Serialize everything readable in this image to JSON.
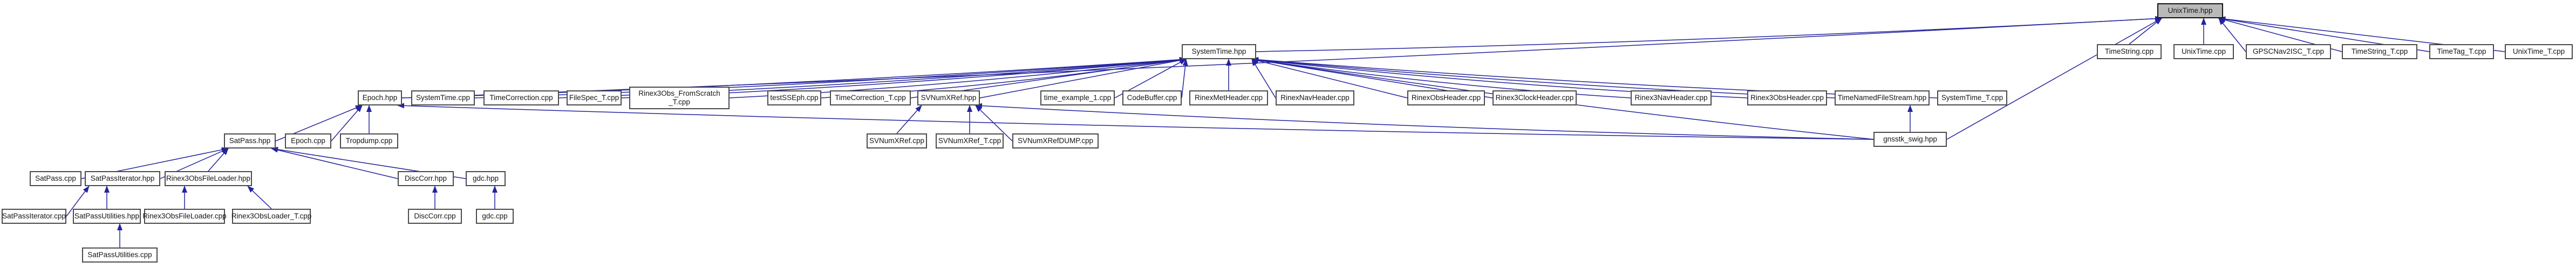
{
  "graph": {
    "type": "doxygen-include-dependency-graph",
    "root": "UnixTime.hpp",
    "colors": {
      "edge": "#23239e",
      "node_border": "#4a4a4a",
      "node_fill": "#ffffff",
      "root_fill": "#b9b9b9",
      "root_border": "#111111",
      "text": "#161616"
    },
    "nodes": [
      {
        "id": "UnixTime.hpp",
        "label": "UnixTime.hpp",
        "root": true
      },
      {
        "id": "SystemTime.hpp",
        "label": "SystemTime.hpp"
      },
      {
        "id": "TimeString.cpp",
        "label": "TimeString.cpp"
      },
      {
        "id": "UnixTime.cpp",
        "label": "UnixTime.cpp"
      },
      {
        "id": "GPSCNav2ISC_T.cpp",
        "label": "GPSCNav2ISC_T.cpp"
      },
      {
        "id": "TimeString_T.cpp",
        "label": "TimeString_T.cpp"
      },
      {
        "id": "TimeTag_T.cpp",
        "label": "TimeTag_T.cpp"
      },
      {
        "id": "UnixTime_T.cpp",
        "label": "UnixTime_T.cpp"
      },
      {
        "id": "Epoch.hpp",
        "label": "Epoch.hpp"
      },
      {
        "id": "SystemTime.cpp",
        "label": "SystemTime.cpp"
      },
      {
        "id": "TimeCorrection.cpp",
        "label": "TimeCorrection.cpp"
      },
      {
        "id": "FileSpec_T.cpp",
        "label": "FileSpec_T.cpp"
      },
      {
        "id": "Rinex3Obs_FromScratch_T.cpp",
        "label": "Rinex3Obs_FromScratch_T.cpp",
        "lines": [
          "Rinex3Obs_FromScratch",
          "_T.cpp"
        ]
      },
      {
        "id": "testSSEph.cpp",
        "label": "testSSEph.cpp"
      },
      {
        "id": "TimeCorrection_T.cpp",
        "label": "TimeCorrection_T.cpp"
      },
      {
        "id": "SVNumXRef.hpp",
        "label": "SVNumXRef.hpp"
      },
      {
        "id": "time_example_1.cpp",
        "label": "time_example_1.cpp"
      },
      {
        "id": "CodeBuffer.cpp",
        "label": "CodeBuffer.cpp"
      },
      {
        "id": "RinexMetHeader.cpp",
        "label": "RinexMetHeader.cpp"
      },
      {
        "id": "RinexNavHeader.cpp",
        "label": "RinexNavHeader.cpp"
      },
      {
        "id": "RinexObsHeader.cpp",
        "label": "RinexObsHeader.cpp"
      },
      {
        "id": "Rinex3ClockHeader.cpp",
        "label": "Rinex3ClockHeader.cpp"
      },
      {
        "id": "Rinex3NavHeader.cpp",
        "label": "Rinex3NavHeader.cpp"
      },
      {
        "id": "Rinex3ObsHeader.cpp",
        "label": "Rinex3ObsHeader.cpp"
      },
      {
        "id": "TimeNamedFileStream.hpp",
        "label": "TimeNamedFileStream.hpp"
      },
      {
        "id": "SystemTime_T.cpp",
        "label": "SystemTime_T.cpp"
      },
      {
        "id": "SatPass.hpp",
        "label": "SatPass.hpp"
      },
      {
        "id": "Epoch.cpp",
        "label": "Epoch.cpp"
      },
      {
        "id": "Tropdump.cpp",
        "label": "Tropdump.cpp"
      },
      {
        "id": "SVNumXRef.cpp",
        "label": "SVNumXRef.cpp"
      },
      {
        "id": "SVNumXRef_T.cpp",
        "label": "SVNumXRef_T.cpp"
      },
      {
        "id": "SVNumXRefDUMP.cpp",
        "label": "SVNumXRefDUMP.cpp"
      },
      {
        "id": "gnsstk_swig.hpp",
        "label": "gnsstk_swig.hpp"
      },
      {
        "id": "SatPass.cpp",
        "label": "SatPass.cpp"
      },
      {
        "id": "SatPassIterator.hpp",
        "label": "SatPassIterator.hpp"
      },
      {
        "id": "Rinex3ObsFileLoader.hpp",
        "label": "Rinex3ObsFileLoader.hpp"
      },
      {
        "id": "DiscCorr.hpp",
        "label": "DiscCorr.hpp"
      },
      {
        "id": "gdc.hpp",
        "label": "gdc.hpp"
      },
      {
        "id": "SatPassIterator.cpp",
        "label": "SatPassIterator.cpp"
      },
      {
        "id": "SatPassUtilities.hpp",
        "label": "SatPassUtilities.hpp"
      },
      {
        "id": "Rinex3ObsFileLoader.cpp",
        "label": "Rinex3ObsFileLoader.cpp"
      },
      {
        "id": "Rinex3ObsLoader_T.cpp",
        "label": "Rinex3ObsLoader_T.cpp"
      },
      {
        "id": "DiscCorr.cpp",
        "label": "DiscCorr.cpp"
      },
      {
        "id": "gdc.cpp",
        "label": "gdc.cpp"
      },
      {
        "id": "SatPassUtilities.cpp",
        "label": "SatPassUtilities.cpp"
      }
    ],
    "edges": [
      {
        "from": "SystemTime.hpp",
        "to": "UnixTime.hpp"
      },
      {
        "from": "Epoch.hpp",
        "to": "UnixTime.hpp"
      },
      {
        "from": "gnsstk_swig.hpp",
        "to": "UnixTime.hpp"
      },
      {
        "from": "TimeString.cpp",
        "to": "UnixTime.hpp"
      },
      {
        "from": "UnixTime.cpp",
        "to": "UnixTime.hpp"
      },
      {
        "from": "GPSCNav2ISC_T.cpp",
        "to": "UnixTime.hpp"
      },
      {
        "from": "TimeString_T.cpp",
        "to": "UnixTime.hpp"
      },
      {
        "from": "TimeTag_T.cpp",
        "to": "UnixTime.hpp"
      },
      {
        "from": "UnixTime_T.cpp",
        "to": "UnixTime.hpp"
      },
      {
        "from": "Epoch.hpp",
        "to": "SystemTime.hpp"
      },
      {
        "from": "SystemTime.cpp",
        "to": "SystemTime.hpp"
      },
      {
        "from": "TimeCorrection.cpp",
        "to": "SystemTime.hpp"
      },
      {
        "from": "FileSpec_T.cpp",
        "to": "SystemTime.hpp"
      },
      {
        "from": "Rinex3Obs_FromScratch_T.cpp",
        "to": "SystemTime.hpp"
      },
      {
        "from": "testSSEph.cpp",
        "to": "SystemTime.hpp"
      },
      {
        "from": "TimeCorrection_T.cpp",
        "to": "SystemTime.hpp"
      },
      {
        "from": "SVNumXRef.hpp",
        "to": "SystemTime.hpp"
      },
      {
        "from": "time_example_1.cpp",
        "to": "SystemTime.hpp"
      },
      {
        "from": "CodeBuffer.cpp",
        "to": "SystemTime.hpp"
      },
      {
        "from": "RinexMetHeader.cpp",
        "to": "SystemTime.hpp"
      },
      {
        "from": "RinexNavHeader.cpp",
        "to": "SystemTime.hpp"
      },
      {
        "from": "RinexObsHeader.cpp",
        "to": "SystemTime.hpp"
      },
      {
        "from": "Rinex3ClockHeader.cpp",
        "to": "SystemTime.hpp"
      },
      {
        "from": "Rinex3NavHeader.cpp",
        "to": "SystemTime.hpp"
      },
      {
        "from": "Rinex3ObsHeader.cpp",
        "to": "SystemTime.hpp"
      },
      {
        "from": "TimeNamedFileStream.hpp",
        "to": "SystemTime.hpp"
      },
      {
        "from": "SystemTime_T.cpp",
        "to": "SystemTime.hpp"
      },
      {
        "from": "gnsstk_swig.hpp",
        "to": "SystemTime.hpp"
      },
      {
        "from": "SatPass.hpp",
        "to": "Epoch.hpp"
      },
      {
        "from": "Epoch.cpp",
        "to": "Epoch.hpp"
      },
      {
        "from": "Tropdump.cpp",
        "to": "Epoch.hpp"
      },
      {
        "from": "gnsstk_swig.hpp",
        "to": "Epoch.hpp"
      },
      {
        "from": "SVNumXRef.cpp",
        "to": "SVNumXRef.hpp"
      },
      {
        "from": "SVNumXRef_T.cpp",
        "to": "SVNumXRef.hpp"
      },
      {
        "from": "SVNumXRefDUMP.cpp",
        "to": "SVNumXRef.hpp"
      },
      {
        "from": "gnsstk_swig.hpp",
        "to": "SVNumXRef.hpp"
      },
      {
        "from": "gnsstk_swig.hpp",
        "to": "TimeNamedFileStream.hpp"
      },
      {
        "from": "SatPass.cpp",
        "to": "SatPass.hpp"
      },
      {
        "from": "SatPassIterator.hpp",
        "to": "SatPass.hpp"
      },
      {
        "from": "Rinex3ObsFileLoader.hpp",
        "to": "SatPass.hpp"
      },
      {
        "from": "DiscCorr.hpp",
        "to": "SatPass.hpp"
      },
      {
        "from": "gdc.hpp",
        "to": "SatPass.hpp"
      },
      {
        "from": "SatPassIterator.cpp",
        "to": "SatPassIterator.hpp"
      },
      {
        "from": "SatPassUtilities.hpp",
        "to": "SatPassIterator.hpp"
      },
      {
        "from": "Rinex3ObsFileLoader.cpp",
        "to": "Rinex3ObsFileLoader.hpp"
      },
      {
        "from": "Rinex3ObsLoader_T.cpp",
        "to": "Rinex3ObsFileLoader.hpp"
      },
      {
        "from": "DiscCorr.cpp",
        "to": "DiscCorr.hpp"
      },
      {
        "from": "gdc.cpp",
        "to": "gdc.hpp"
      },
      {
        "from": "SatPassUtilities.cpp",
        "to": "SatPassUtilities.hpp"
      }
    ]
  }
}
